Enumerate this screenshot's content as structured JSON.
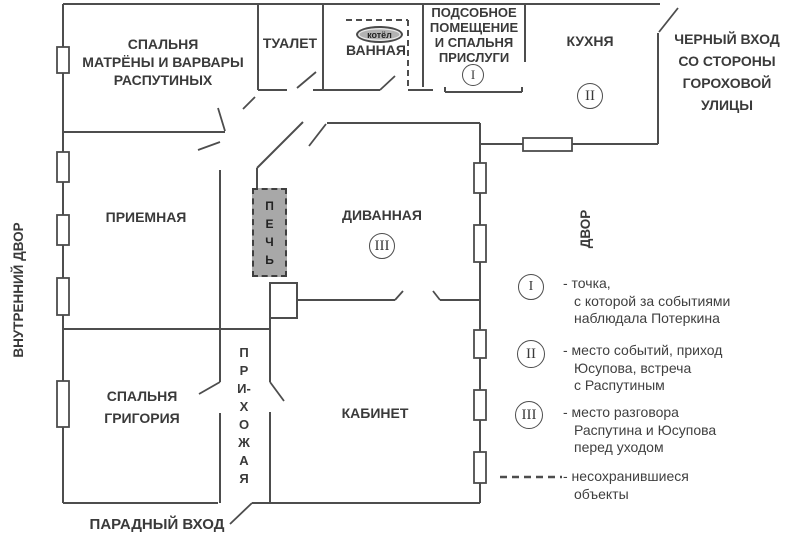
{
  "plan": {
    "rooms": {
      "bedroom_daughters": {
        "lines": [
          "СПАЛЬНЯ",
          "МАТРЁНЫ И ВАРВАРЫ",
          "РАСПУТИНЫХ"
        ]
      },
      "toilet": {
        "label": "ТУАЛЕТ"
      },
      "bathroom": {
        "label": "ВАННАЯ",
        "boiler_label": "котёл"
      },
      "utility_room": {
        "lines": [
          "ПОДСОБНОЕ",
          "ПОМЕЩЕНИЕ",
          "И СПАЛЬНЯ",
          "ПРИСЛУГИ"
        ],
        "marker": "I"
      },
      "kitchen": {
        "label": "КУХНЯ",
        "marker": "II"
      },
      "reception": {
        "label": "ПРИЕМНАЯ"
      },
      "stove": {
        "letters": [
          "П",
          "Е",
          "Ч",
          "Ь"
        ]
      },
      "lounge": {
        "label": "ДИВАННАЯ",
        "marker": "III"
      },
      "bedroom_grigory": {
        "lines": [
          "СПАЛЬНЯ",
          "ГРИГОРИЯ"
        ]
      },
      "hallway": {
        "letters": [
          "П",
          "Р",
          "И-",
          "Х",
          "О",
          "Ж",
          "А",
          "Я"
        ]
      },
      "study": {
        "label": "КАБИНЕТ"
      }
    },
    "outside": {
      "inner_yard": "ВНУТРЕННИЙ ДВОР",
      "yard": "ДВОР",
      "back_entrance": [
        "ЧЕРНЫЙ ВХОД",
        "СО СТОРОНЫ",
        "ГОРОХОВОЙ",
        "УЛИЦЫ"
      ],
      "main_entrance": "ПАРАДНЫЙ ВХОД"
    }
  },
  "legend": {
    "entries": [
      {
        "numeral": "I",
        "lines": [
          "- точка,",
          "с которой за событиями",
          "наблюдала Потеркина"
        ]
      },
      {
        "numeral": "II",
        "lines": [
          "- место событий, приход",
          "Юсупова, встреча",
          "с Распутиным"
        ]
      },
      {
        "numeral": "III",
        "lines": [
          "- место разговора",
          "Распутина и Юсупова",
          "перед уходом"
        ]
      }
    ],
    "dashed_entry": {
      "lines": [
        "- несохранившиеся",
        "объекты"
      ]
    }
  },
  "colors": {
    "line": "#4d4d4d",
    "text": "#3a3a3a",
    "stove_fill": "#a8a8a8",
    "boiler_fill": "#b3b3b3"
  }
}
